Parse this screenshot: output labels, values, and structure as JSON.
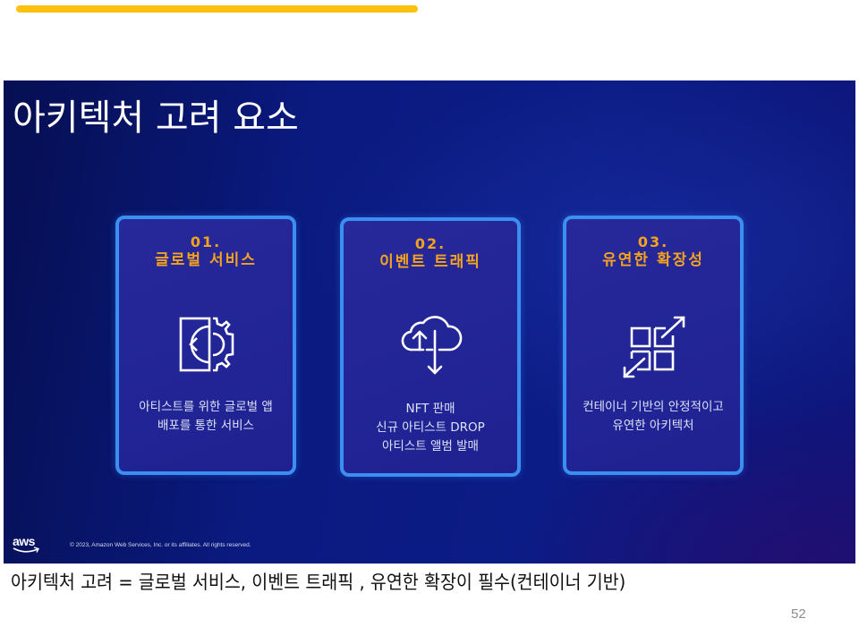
{
  "colors": {
    "accent_bar": "#fcc10e",
    "slide_bg": "#0a1a80",
    "card_border": "#3a8ff0",
    "card_heading": "#f5a21e",
    "card_text": "#dde2f5"
  },
  "slide": {
    "title": "아키텍처 고려 요소",
    "cards": [
      {
        "number": "01.",
        "heading": "글로벌 서비스",
        "icon": "app-gear-icon",
        "description": [
          "아티스트를 위한 글로벌 앱",
          "배포를 통한 서비스"
        ]
      },
      {
        "number": "02.",
        "heading": "이벤트 트래픽",
        "icon": "cloud-upload-download-icon",
        "description": [
          "NFT 판매",
          "신규 아티스트 DROP",
          "아티스트 앨범 발매"
        ]
      },
      {
        "number": "03.",
        "heading": "유연한 확장성",
        "icon": "grid-expand-icon",
        "description": [
          "컨테이너 기반의 안정적이고",
          "유연한 아키텍처"
        ]
      }
    ],
    "footer": {
      "logo_text": "aws",
      "copyright": "© 2023, Amazon Web Services, Inc. or its affiliates. All rights reserved."
    }
  },
  "caption": "아키텍처 고려 = 글로벌 서비스, 이벤트 트래픽 , 유연한 확장이 필수(컨테이너 기반)",
  "page_number": "52"
}
